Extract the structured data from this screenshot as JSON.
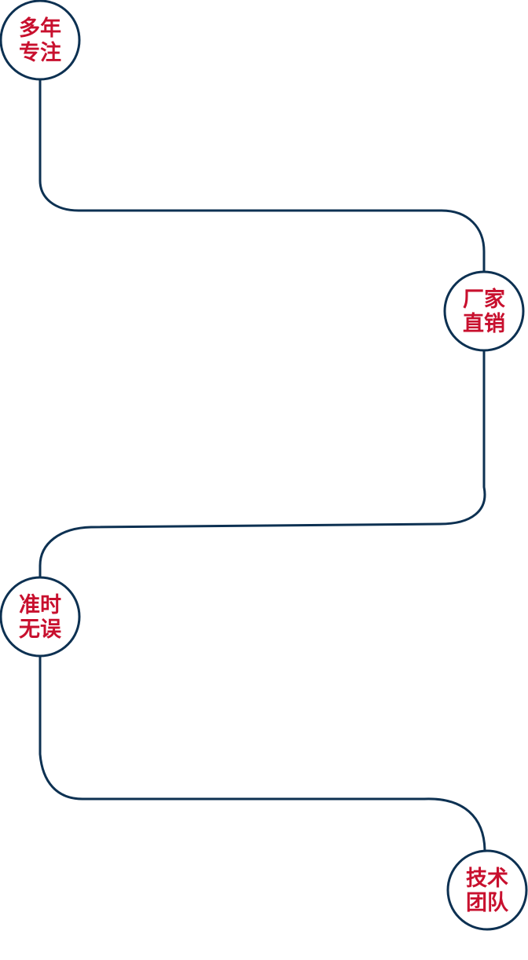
{
  "colors": {
    "line": "#0d3152",
    "circle_fill": "#ffffff",
    "label": "#c8102e"
  },
  "nodes": [
    {
      "line1": "多年",
      "line2": "专注"
    },
    {
      "line1": "厂家",
      "line2": "直销"
    },
    {
      "line1": "准时",
      "line2": "无误"
    },
    {
      "line1": "技术",
      "line2": "团队"
    }
  ]
}
